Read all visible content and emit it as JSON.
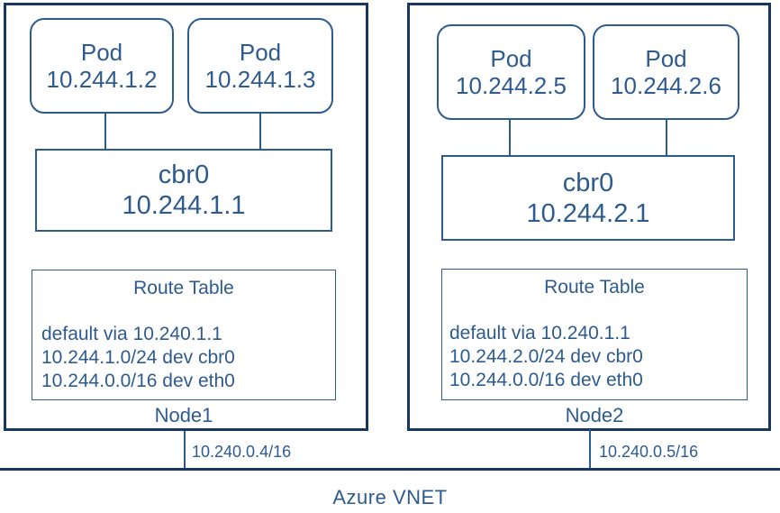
{
  "diagram": {
    "colors": {
      "node_border": "#17375E",
      "inner_border": "#2E5B8F",
      "text": "#2E5B8F",
      "vnet_line": "#17375E",
      "background": "#ffffff"
    },
    "nodes": [
      {
        "label": "Node1",
        "pods": [
          {
            "title": "Pod",
            "ip": "10.244.1.2"
          },
          {
            "title": "Pod",
            "ip": "10.244.1.3"
          }
        ],
        "bridge": {
          "name": "cbr0",
          "ip": "10.244.1.1"
        },
        "route_table": {
          "title": "Route Table",
          "routes": [
            "default via 10.240.1.1",
            "10.244.1.0/24 dev cbr0",
            "10.244.0.0/16 dev eth0"
          ]
        },
        "nic_ip": "10.240.0.4/16"
      },
      {
        "label": "Node2",
        "pods": [
          {
            "title": "Pod",
            "ip": "10.244.2.5"
          },
          {
            "title": "Pod",
            "ip": "10.244.2.6"
          }
        ],
        "bridge": {
          "name": "cbr0",
          "ip": "10.244.2.1"
        },
        "route_table": {
          "title": "Route Table",
          "routes": [
            "default via 10.240.1.1",
            "10.244.2.0/24 dev cbr0",
            "10.244.0.0/16 dev eth0"
          ]
        },
        "nic_ip": "10.240.0.5/16"
      }
    ],
    "vnet": {
      "label": "Azure VNET"
    }
  }
}
